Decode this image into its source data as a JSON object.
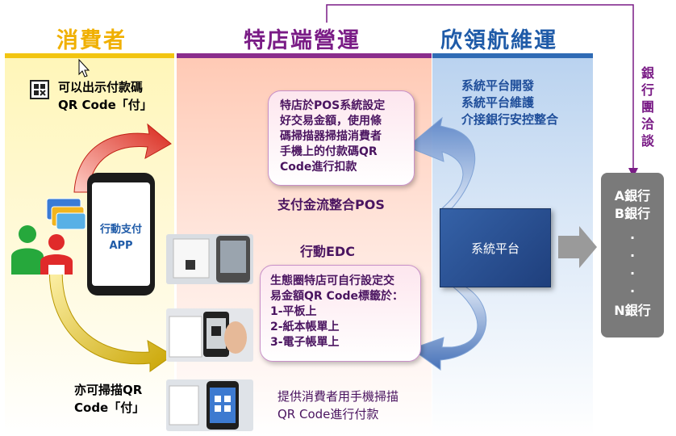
{
  "columns": {
    "consumer": "消費者",
    "merchant": "特店端營運",
    "ops": "欣領航維運"
  },
  "consumer": {
    "show_code_line1": "可以出示付款碼",
    "show_code_line2": "QR Code「付」",
    "scan_line1": "亦可掃描QR",
    "scan_line2": "Code「付」"
  },
  "phone": {
    "line1": "行動支付",
    "line2": "APP"
  },
  "pos_bubble": {
    "lines": [
      "特店於POS系統設定",
      "好交易金額，使用條",
      "碼掃描器掃描消費者",
      "手機上的付款碼QR",
      "Code進行扣款"
    ]
  },
  "pos_label": "支付金流整合POS",
  "edc_label": "行動EDC",
  "edc_bubble": {
    "lines": [
      "生態圈特店可自行設定交",
      "易金額QR Code標籤於：",
      "1-平板上",
      "2-紙本帳單上",
      "3-電子帳單上"
    ]
  },
  "bottom_caption": {
    "line1": "提供消費者用手機掃描",
    "line2": "QR Code進行付款"
  },
  "ops_services": [
    "系統平台開發",
    "系統平台維護",
    "介接銀行安控整合"
  ],
  "platform_label": "系統平台",
  "bank_negotiation": [
    "銀",
    "行",
    "團",
    "洽",
    "談"
  ],
  "banks": [
    "A銀行",
    "B銀行",
    "N銀行"
  ],
  "colors": {
    "consumer": "#f0b000",
    "merchant": "#7a1c86",
    "ops": "#1f5ba8",
    "arrow_red": "#e0301e",
    "arrow_gold": "#d9b200"
  }
}
